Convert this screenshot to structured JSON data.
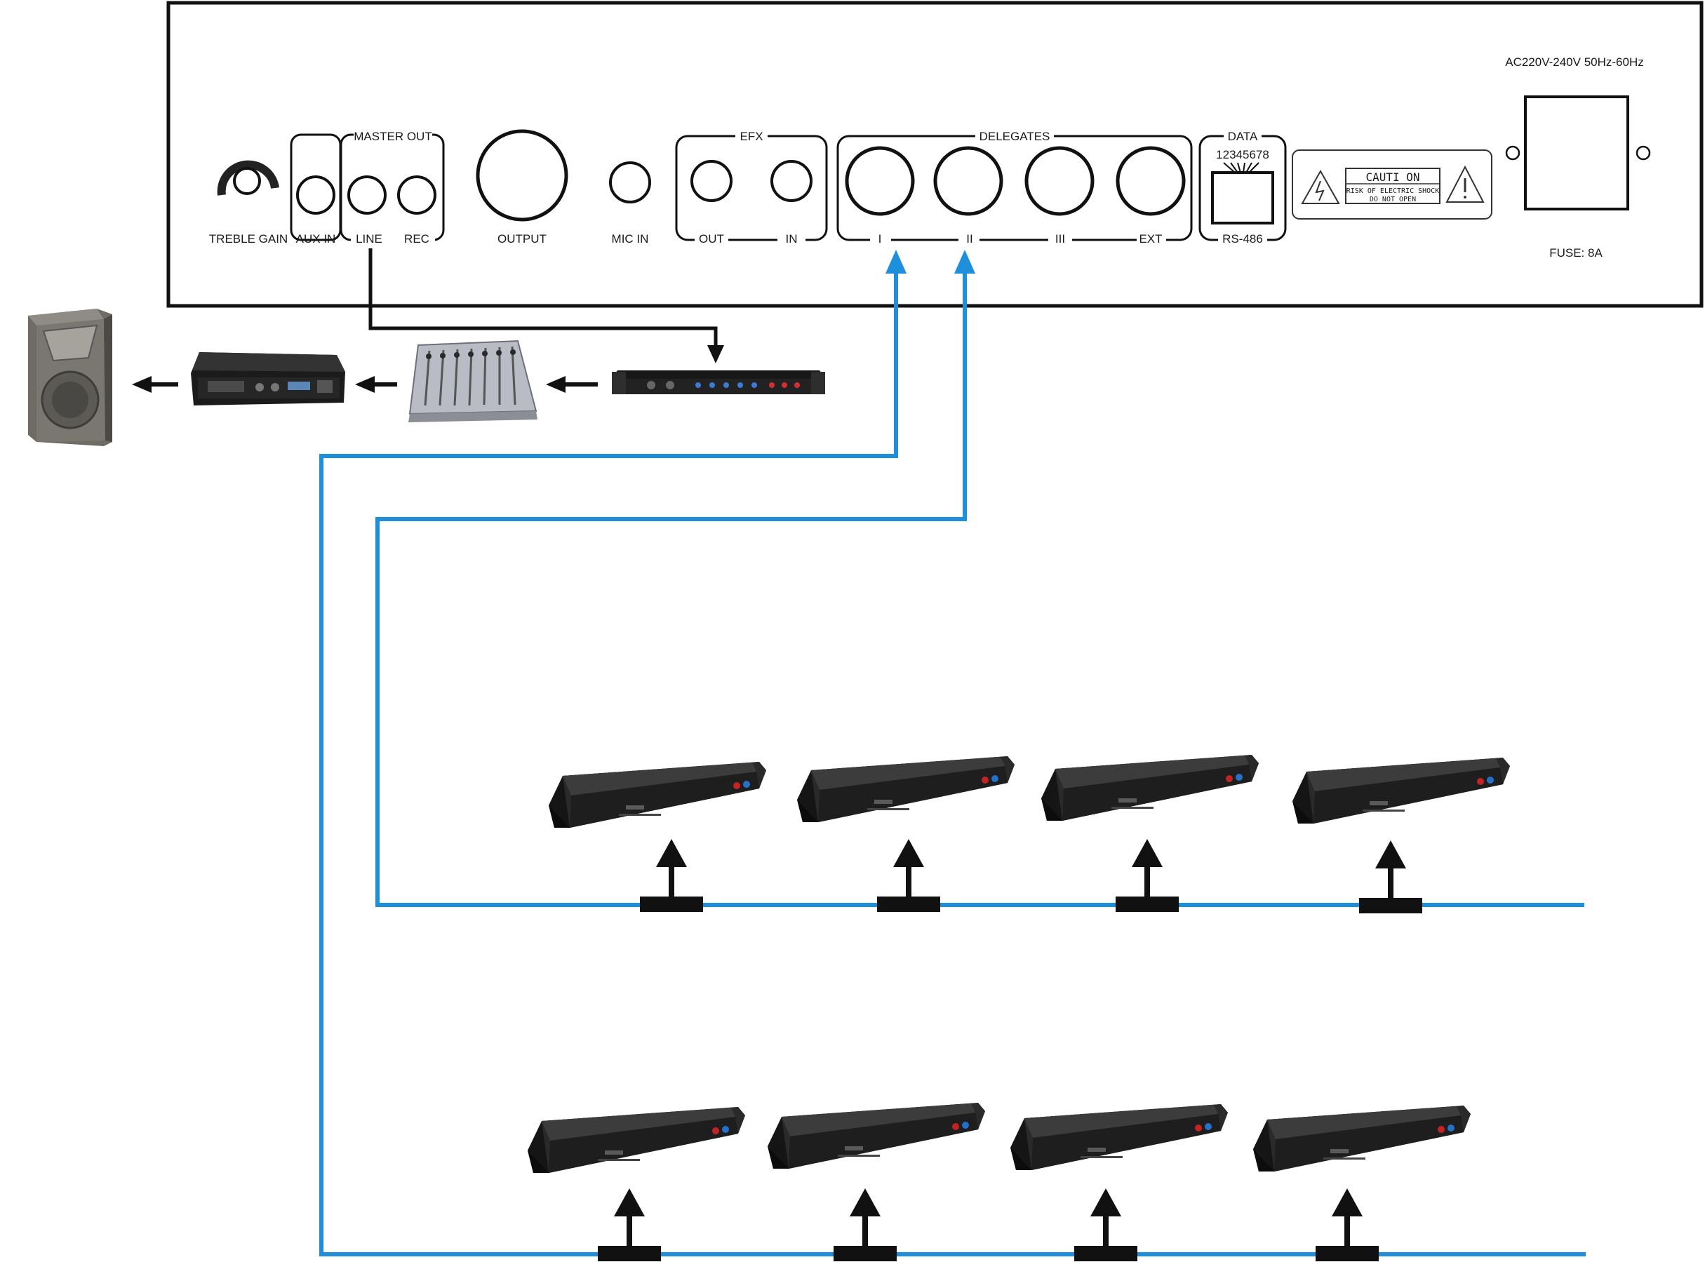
{
  "colors": {
    "cable": "#1d8fdb",
    "line": "#111111",
    "unit_dark": "#1c1c1c",
    "unit_top": "#3a3a3a",
    "mixer_body": "#b9bcc4"
  },
  "rear_panel": {
    "power_label": "AC220V-240V 50Hz-60Hz",
    "fuse_label": "FUSE: 8A",
    "treble_gain": "TREBLE GAIN",
    "aux_in": "AUX IN",
    "master_out": "MASTER OUT",
    "line": "LINE",
    "rec": "REC",
    "output": "OUTPUT",
    "mic_in": "MIC IN",
    "efx": "EFX",
    "efx_out": "OUT",
    "efx_in": "IN",
    "delegates": "DELEGATES",
    "port_1": "I",
    "port_2": "II",
    "port_3": "III",
    "port_ext": "EXT",
    "data": "DATA",
    "data_pins": "12345678",
    "rs485": "RS-486",
    "caution_title": "CAUTI ON",
    "caution_line1": "RISK  OF  ELECTRIC  SHOCK",
    "caution_line2": "DO NOT OPEN"
  },
  "icons": {
    "speaker": "speaker-icon",
    "amplifier": "amplifier-icon",
    "mixer": "mixer-icon",
    "processor": "signal-processor-icon",
    "delegate_unit": "delegate-unit-icon",
    "warning": "warning-triangle-icon",
    "electric_warning": "electric-shock-icon"
  }
}
